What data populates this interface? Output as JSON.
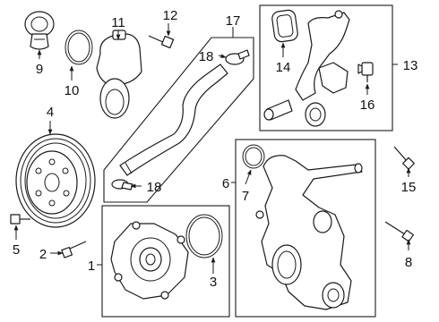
{
  "callouts": [
    {
      "id": "c1",
      "text": "1"
    },
    {
      "id": "c2",
      "text": "2"
    },
    {
      "id": "c3",
      "text": "3"
    },
    {
      "id": "c4",
      "text": "4"
    },
    {
      "id": "c5",
      "text": "5"
    },
    {
      "id": "c6",
      "text": "6"
    },
    {
      "id": "c7",
      "text": "7"
    },
    {
      "id": "c8",
      "text": "8"
    },
    {
      "id": "c9",
      "text": "9"
    },
    {
      "id": "c10",
      "text": "10"
    },
    {
      "id": "c11",
      "text": "11"
    },
    {
      "id": "c12",
      "text": "12"
    },
    {
      "id": "c13",
      "text": "13"
    },
    {
      "id": "c14",
      "text": "14"
    },
    {
      "id": "c15",
      "text": "15"
    },
    {
      "id": "c16",
      "text": "16"
    },
    {
      "id": "c17",
      "text": "17"
    },
    {
      "id": "c18a",
      "text": "18"
    },
    {
      "id": "c18b",
      "text": "18"
    }
  ]
}
